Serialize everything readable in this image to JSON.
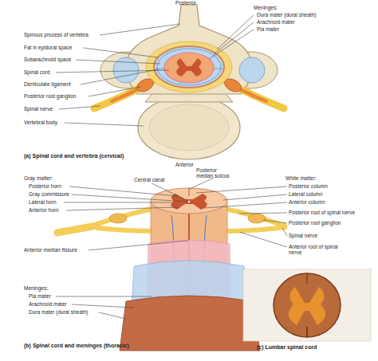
{
  "diagram": {
    "labels": [
      "Posterior",
      "Spinous process of vertebra",
      "Meninges:",
      "Dura mater (dural sheath)",
      "Arachnoid mater",
      "Pia mater",
      "Fat in epidural space",
      "Subarachnoid space",
      "Spinal cord",
      "Denticulate ligament",
      "Posterior root ganglion",
      "Spinal nerve",
      "Vertebral body",
      "(a) Spinal cord and vertebra (cervical)",
      "Anterior",
      "Posterior median sulcus",
      "Gray matter:",
      "Posterior horn",
      "Gray commissure",
      "Lateral horn",
      "Anterior horn",
      "Central canal",
      "White matter:",
      "Posterior column",
      "Lateral column",
      "Anterior column",
      "Posterior root of spinal nerve",
      "Posterior root ganglion",
      "Spinal nerve",
      "Anterior root of spinal nerve",
      "Anterior median fissure",
      "Meninges:",
      "Pia mater",
      "Arachnoid mater",
      "Dura mater (dural sheath)",
      "(b) Spinal cord and meninges (thoracic)",
      "(c) Lumbar spinal cord"
    ]
  }
}
